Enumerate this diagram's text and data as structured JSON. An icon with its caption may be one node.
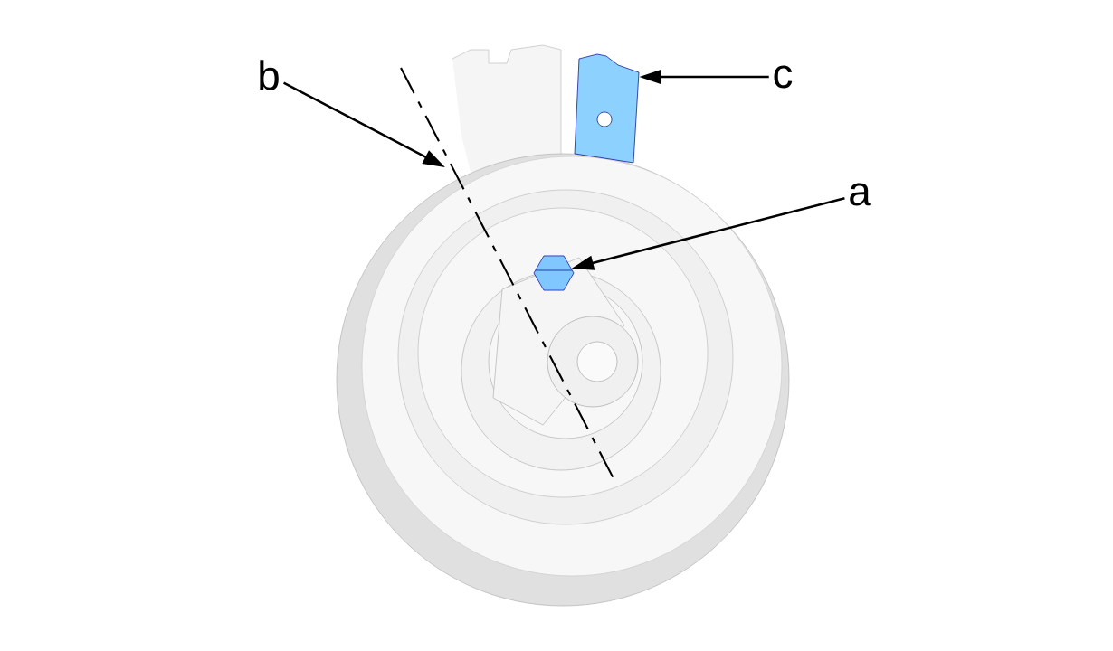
{
  "diagram": {
    "nodes": [
      {
        "text": [
          "a"
        ]
      },
      {
        "text": [
          "b"
        ]
      },
      {
        "text": [
          "c"
        ]
      },
      {
        "text": [],
        "shape": "hexagon"
      },
      {
        "text": [],
        "shape": "picture"
      }
    ],
    "edges": [
      {
        "from": 0,
        "to": 3,
        "arrow": "to"
      },
      {
        "from": 1,
        "to": null,
        "arrow": "to"
      },
      {
        "from": 2,
        "to": 4,
        "arrow": "to"
      }
    ]
  }
}
